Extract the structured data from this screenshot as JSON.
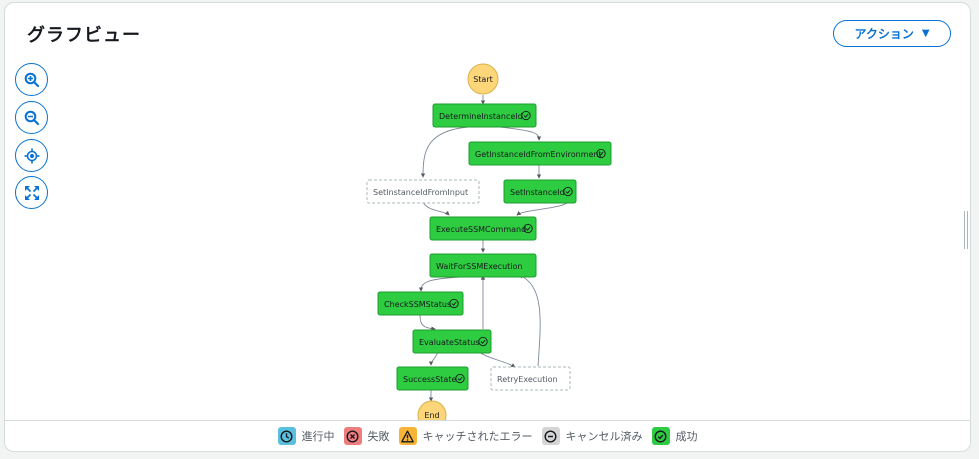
{
  "header": {
    "title": "グラフビュー",
    "action_label": "アクション"
  },
  "toolbar": {
    "zoom_in_icon": "zoom-in-icon",
    "zoom_out_icon": "zoom-out-icon",
    "center_icon": "crosshair-icon",
    "fit_icon": "fit-screen-icon"
  },
  "graph": {
    "start_label": "Start",
    "end_label": "End",
    "states": [
      {
        "name": "DetermineInstanceId",
        "status": "success"
      },
      {
        "name": "GetInstanceIdFromEnvironment",
        "status": "success"
      },
      {
        "name": "SetInstanceIdFromInput",
        "status": "not-run"
      },
      {
        "name": "SetInstanceId",
        "status": "success"
      },
      {
        "name": "ExecuteSSMCommand",
        "status": "success"
      },
      {
        "name": "WaitForSSMExecution",
        "status": "success"
      },
      {
        "name": "CheckSSMStatus",
        "status": "success"
      },
      {
        "name": "EvaluateStatus",
        "status": "success"
      },
      {
        "name": "SuccessState",
        "status": "success"
      },
      {
        "name": "RetryExecution",
        "status": "not-run"
      }
    ]
  },
  "legend": [
    {
      "label": "進行中",
      "color": "#5bc0de",
      "icon": "clock-icon"
    },
    {
      "label": "失敗",
      "color": "#ef7d7d",
      "icon": "x-circle-icon"
    },
    {
      "label": "キャッチされたエラー",
      "color": "#f7b436",
      "icon": "warning-icon"
    },
    {
      "label": "キャンセル済み",
      "color": "#d5d5d5",
      "icon": "minus-circle-icon"
    },
    {
      "label": "成功",
      "color": "#2ecc40",
      "icon": "check-circle-icon"
    }
  ],
  "colors": {
    "accent": "#0972d3",
    "success": "#2ecc40",
    "start_end": "#fcd679"
  }
}
